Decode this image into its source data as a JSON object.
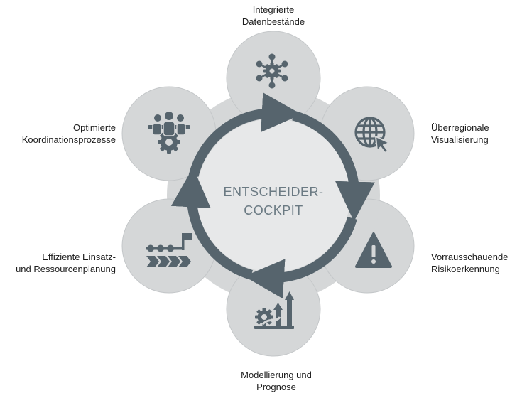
{
  "center": {
    "line1": "ENTSCHEIDER-",
    "line2": "COCKPIT"
  },
  "petals": [
    {
      "id": "top",
      "icon": "network-gear-icon",
      "line1": "Integrierte",
      "line2": "Datenbestände"
    },
    {
      "id": "upper-right",
      "icon": "globe-cursor-icon",
      "line1": "Überregionale",
      "line2": "Visualisierung"
    },
    {
      "id": "lower-right",
      "icon": "warning-triangle-icon",
      "line1": "Vorrausschauende",
      "line2": "Risikoerkennung"
    },
    {
      "id": "bottom",
      "icon": "chart-gear-arrows-icon",
      "line1": "Modellierung und",
      "line2": "Prognose"
    },
    {
      "id": "lower-left",
      "icon": "timeline-flag-icon",
      "line1": "Effiziente Einsatz-",
      "line2": "und Ressourcenplanung"
    },
    {
      "id": "upper-left",
      "icon": "team-gear-icon",
      "line1": "Optimierte",
      "line2": "Koordinationsprozesse"
    }
  ],
  "colors": {
    "petal_fill": "#d5d7d8",
    "petal_stroke": "#bfc3c5",
    "center_fill": "#e7e8e9",
    "arrow": "#56646d",
    "icon": "#56646d",
    "center_text": "#6b7a83"
  }
}
